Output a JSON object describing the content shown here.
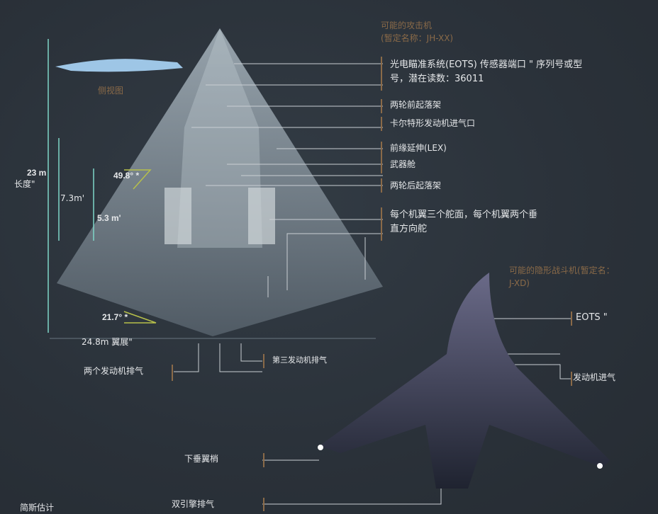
{
  "attack_aircraft": {
    "title": "可能的攻击机",
    "subtitle": "(暂定名称：JH-XX)"
  },
  "side_view": "侧视图",
  "labels_right": [
    "光电瞄准系统(EOTS) 传感器端口 \" 序列号或型",
    "号，潜在读数：36011",
    "两轮前起落架",
    "卡尔特形发动机进气口",
    "前缘延伸(LEX)",
    "武器舱",
    "两轮后起落架",
    "每个机翼三个舵面，每个机翼两个垂",
    "直方向舵"
  ],
  "dimensions": {
    "length": "23 m",
    "length_label": "长度\"",
    "d1": "7.3m'",
    "d2": "5.3 m'",
    "angle1": "49.8° *",
    "angle2": "21.7° *",
    "span": "24.8m 翼展\""
  },
  "bottom_labels": {
    "two_exhaust": "两个发动机排气",
    "third_exhaust": "第三发动机排气",
    "drooped_tips": "下垂翼梢",
    "twin_exhaust": "双引擎排气",
    "estimate": "简斯估计"
  },
  "fighter": {
    "title": "可能的隐形战斗机(暂定名：",
    "subtitle": "J-XD)",
    "eots": "EOTS \"",
    "intake": "发动机进气"
  },
  "colors": {
    "accent": "#8a6a48",
    "arrow": "#7fd6c8",
    "angle": "#b7c04a"
  }
}
